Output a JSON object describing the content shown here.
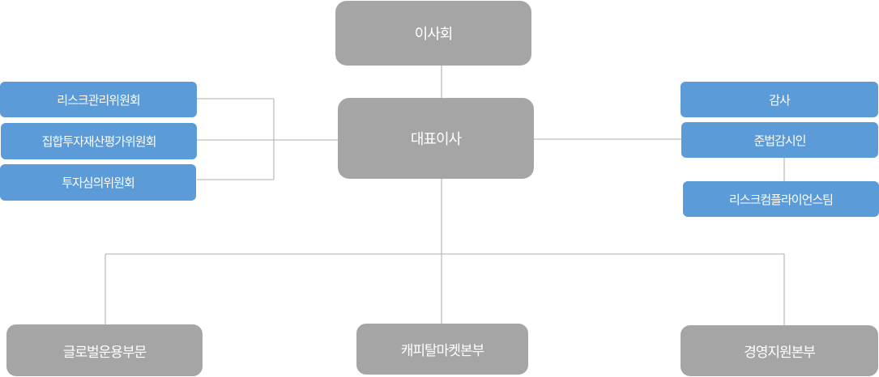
{
  "org": {
    "board": "이사회",
    "ceo": "대표이사",
    "committees": [
      "리스크관리위원회",
      "집합투자재산평가위원회",
      "투자심의위원회"
    ],
    "audit": "감사",
    "compliance_officer": "준법감시인",
    "risk_compliance_team": "리스크컴플라이언스팀",
    "divisions": [
      "글로벌운용부문",
      "캐피탈마켓본부",
      "경영지원본부"
    ]
  },
  "colors": {
    "gray_box": "#a5a5a5",
    "blue_box": "#5b9bd8",
    "connector": "#bdbdbd"
  }
}
